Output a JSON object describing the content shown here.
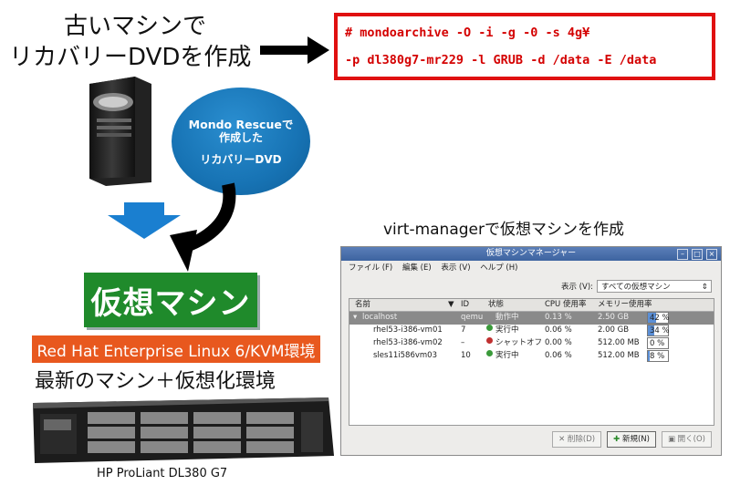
{
  "top_left_caption": {
    "line1": "古いマシンで",
    "line2": "リカバリーDVDを作成"
  },
  "command": {
    "line1": "# mondoarchive -O -i -g -0 -s 4g¥",
    "line2": "-p dl380g7-mr229 -l GRUB -d /data -E /data"
  },
  "disc_label": {
    "line1": "Mondo Rescueで",
    "line2": "作成した",
    "line3": "リカバリーDVD"
  },
  "vm_banner": "仮想マシン",
  "rh_banner": "Red Hat Enterprise Linux 6/KVM環境",
  "new_machine_caption": "最新のマシン＋仮想化環境",
  "server_caption": "HP ProLiant DL380 G7",
  "virt_caption": "virt-managerで仮想マシンを作成",
  "window": {
    "title": "仮想マシンマネージャー",
    "menu": [
      "ファイル (F)",
      "編集 (E)",
      "表示 (V)",
      "ヘルプ (H)"
    ],
    "filter_label": "表示 (V):",
    "filter_value": "すべての仮想マシン",
    "columns": [
      "名前",
      "ID",
      "状態",
      "CPU 使用率",
      "メモリー使用率"
    ],
    "rows": [
      {
        "name": "localhost",
        "id": "qemu",
        "status": "動作中",
        "cpu": "0.13 %",
        "mem": "2.50 GB",
        "mem_pct": "42 %",
        "mem_level": 0.42
      },
      {
        "name": "rhel53-i386-vm01",
        "id": "7",
        "status": "実行中",
        "cpu": "0.06 %",
        "mem": "2.00 GB",
        "mem_pct": "34 %",
        "mem_level": 0.34
      },
      {
        "name": "rhel53-i386-vm02",
        "id": "–",
        "status": "シャットオフ",
        "cpu": "0.00 %",
        "mem": "512.00 MB",
        "mem_pct": "0 %",
        "mem_level": 0.0
      },
      {
        "name": "sles11i586vm03",
        "id": "10",
        "status": "実行中",
        "cpu": "0.06 %",
        "mem": "512.00 MB",
        "mem_pct": "8 %",
        "mem_level": 0.08
      }
    ],
    "buttons": {
      "delete": "削除(D)",
      "new": "新規(N)",
      "open": "開く(O)"
    }
  },
  "colors": {
    "vm_green": "#1f8a2b",
    "rh_orange": "#e8581e",
    "cmd_red": "#d40000",
    "disc_blue": "#1773b4",
    "arrow_blue": "#1a7fd0"
  }
}
